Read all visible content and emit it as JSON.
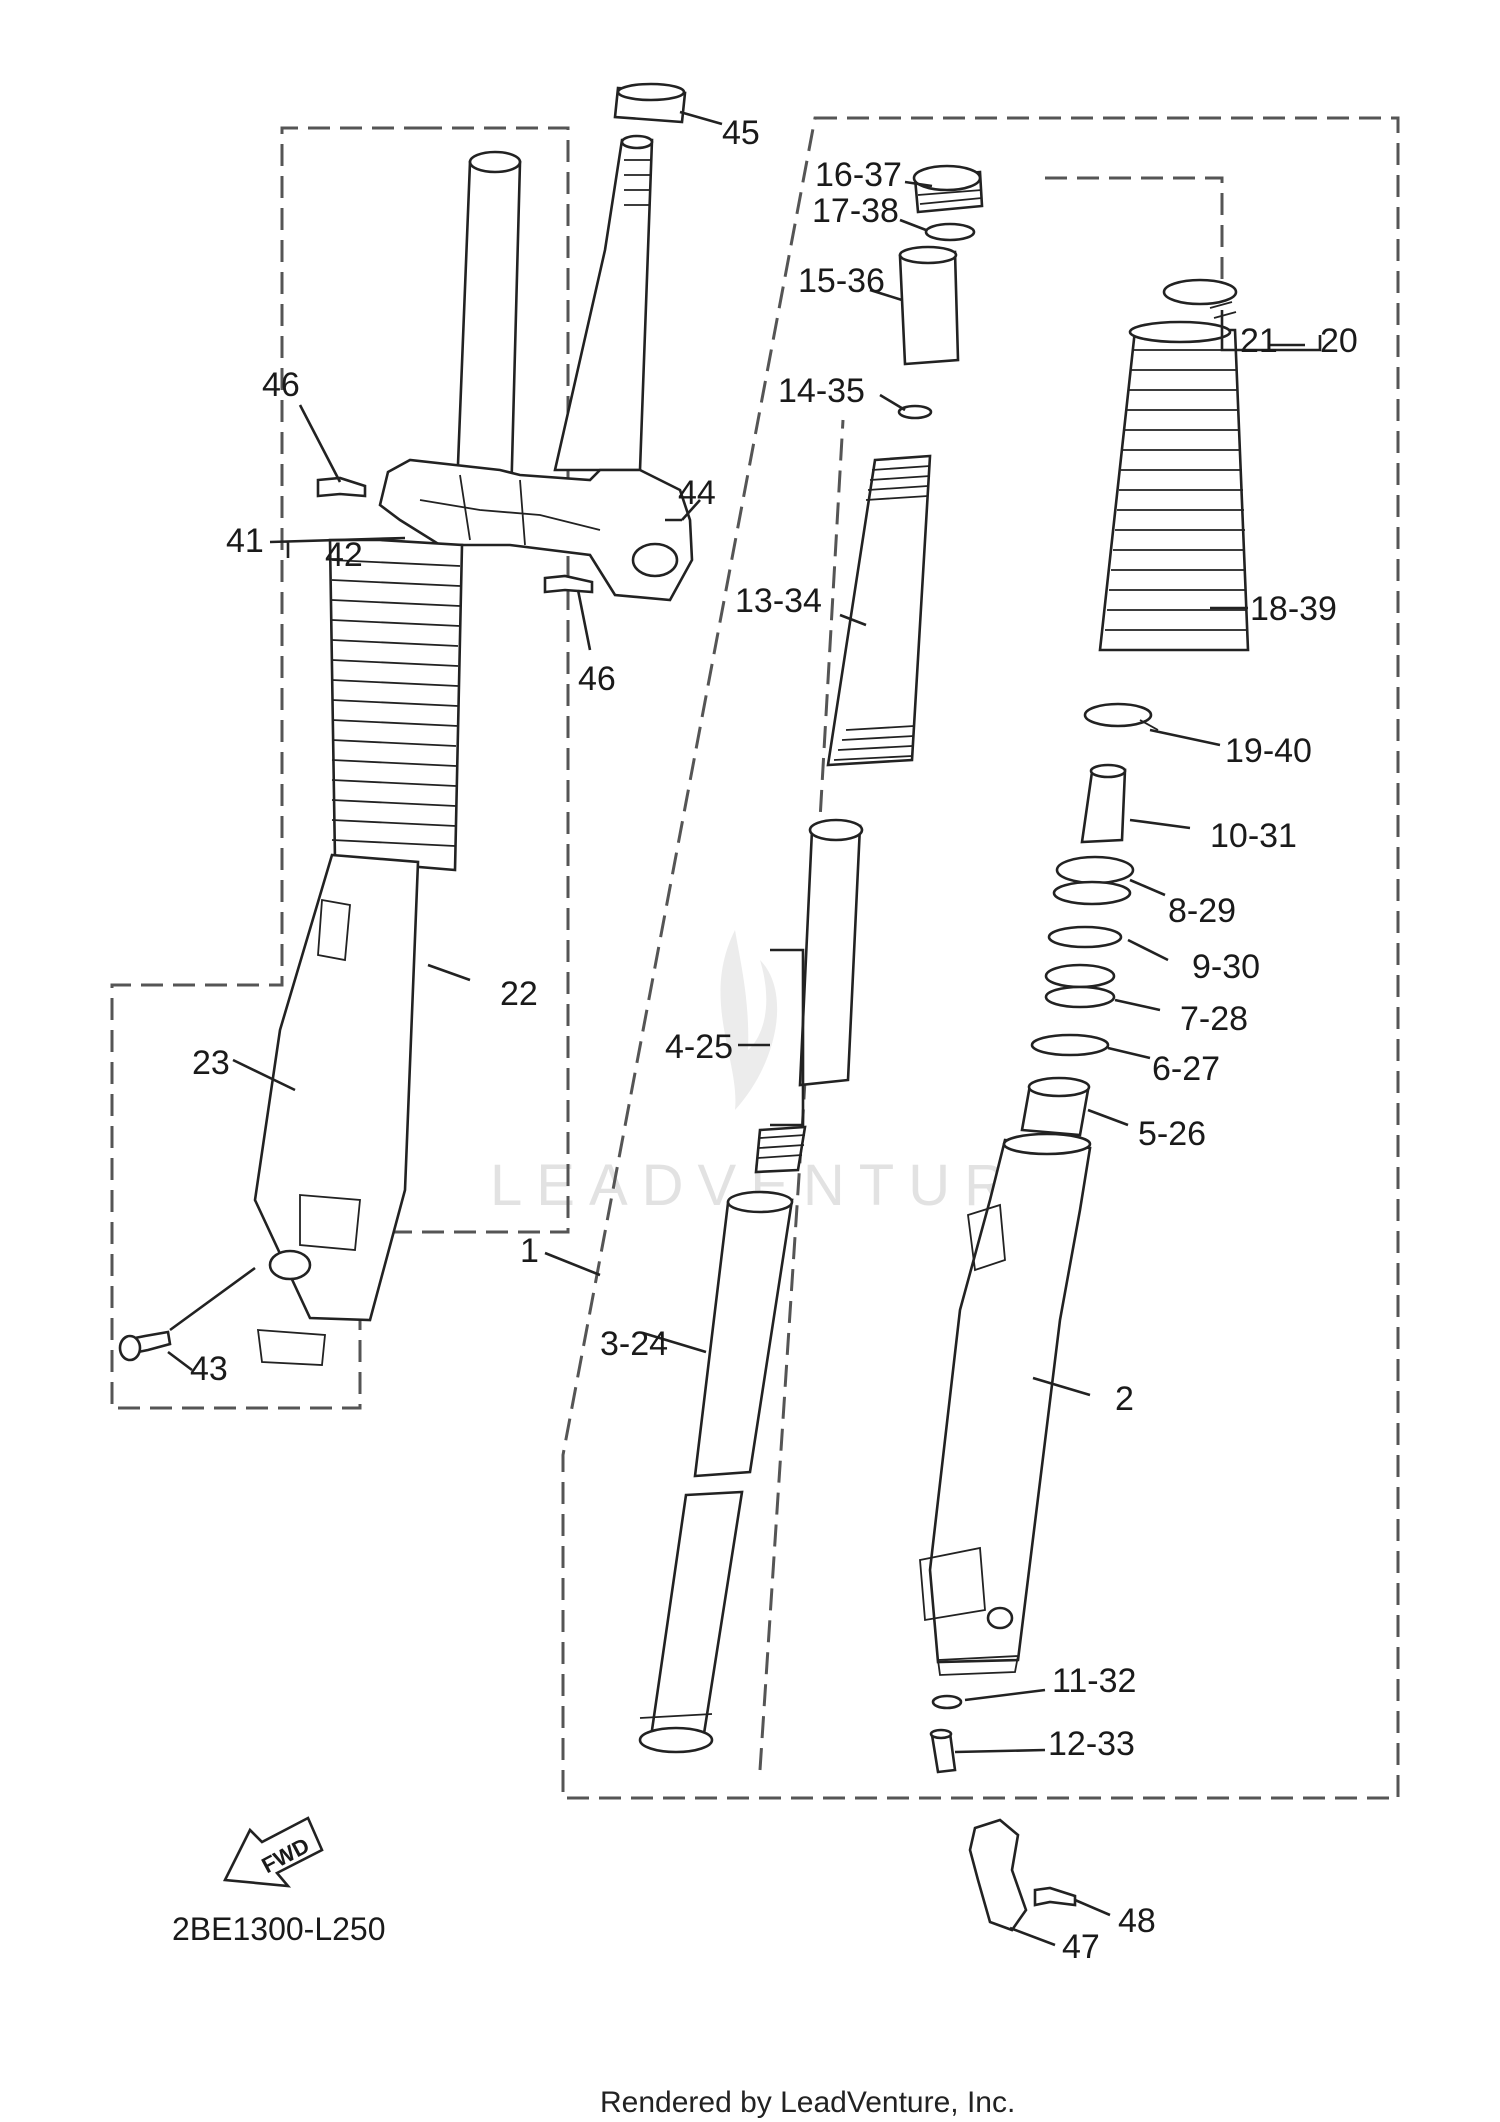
{
  "diagram_code": "2BE1300-L250",
  "fwd_label": "FWD",
  "footer": "Rendered by LeadVenture, Inc.",
  "watermark": "LEADVENTURE",
  "callouts": {
    "c45": "45",
    "c16_37": "16-37",
    "c17_38": "17-38",
    "c15_36": "15-36",
    "c14_35": "14-35",
    "c21": "21",
    "c20": "20",
    "c46a": "46",
    "c44": "44",
    "c41": "41",
    "c42": "42",
    "c46b": "46",
    "c13_34": "13-34",
    "c18_39": "18-39",
    "c19_40": "19-40",
    "c10_31": "10-31",
    "c8_29": "8-29",
    "c9_30": "9-30",
    "c7_28": "7-28",
    "c22": "22",
    "c4_25": "4-25",
    "c6_27": "6-27",
    "c23": "23",
    "c5_26": "5-26",
    "c1": "1",
    "c3_24": "3-24",
    "c43": "43",
    "c2": "2",
    "c11_32": "11-32",
    "c12_33": "12-33",
    "c48": "48",
    "c47": "47"
  }
}
